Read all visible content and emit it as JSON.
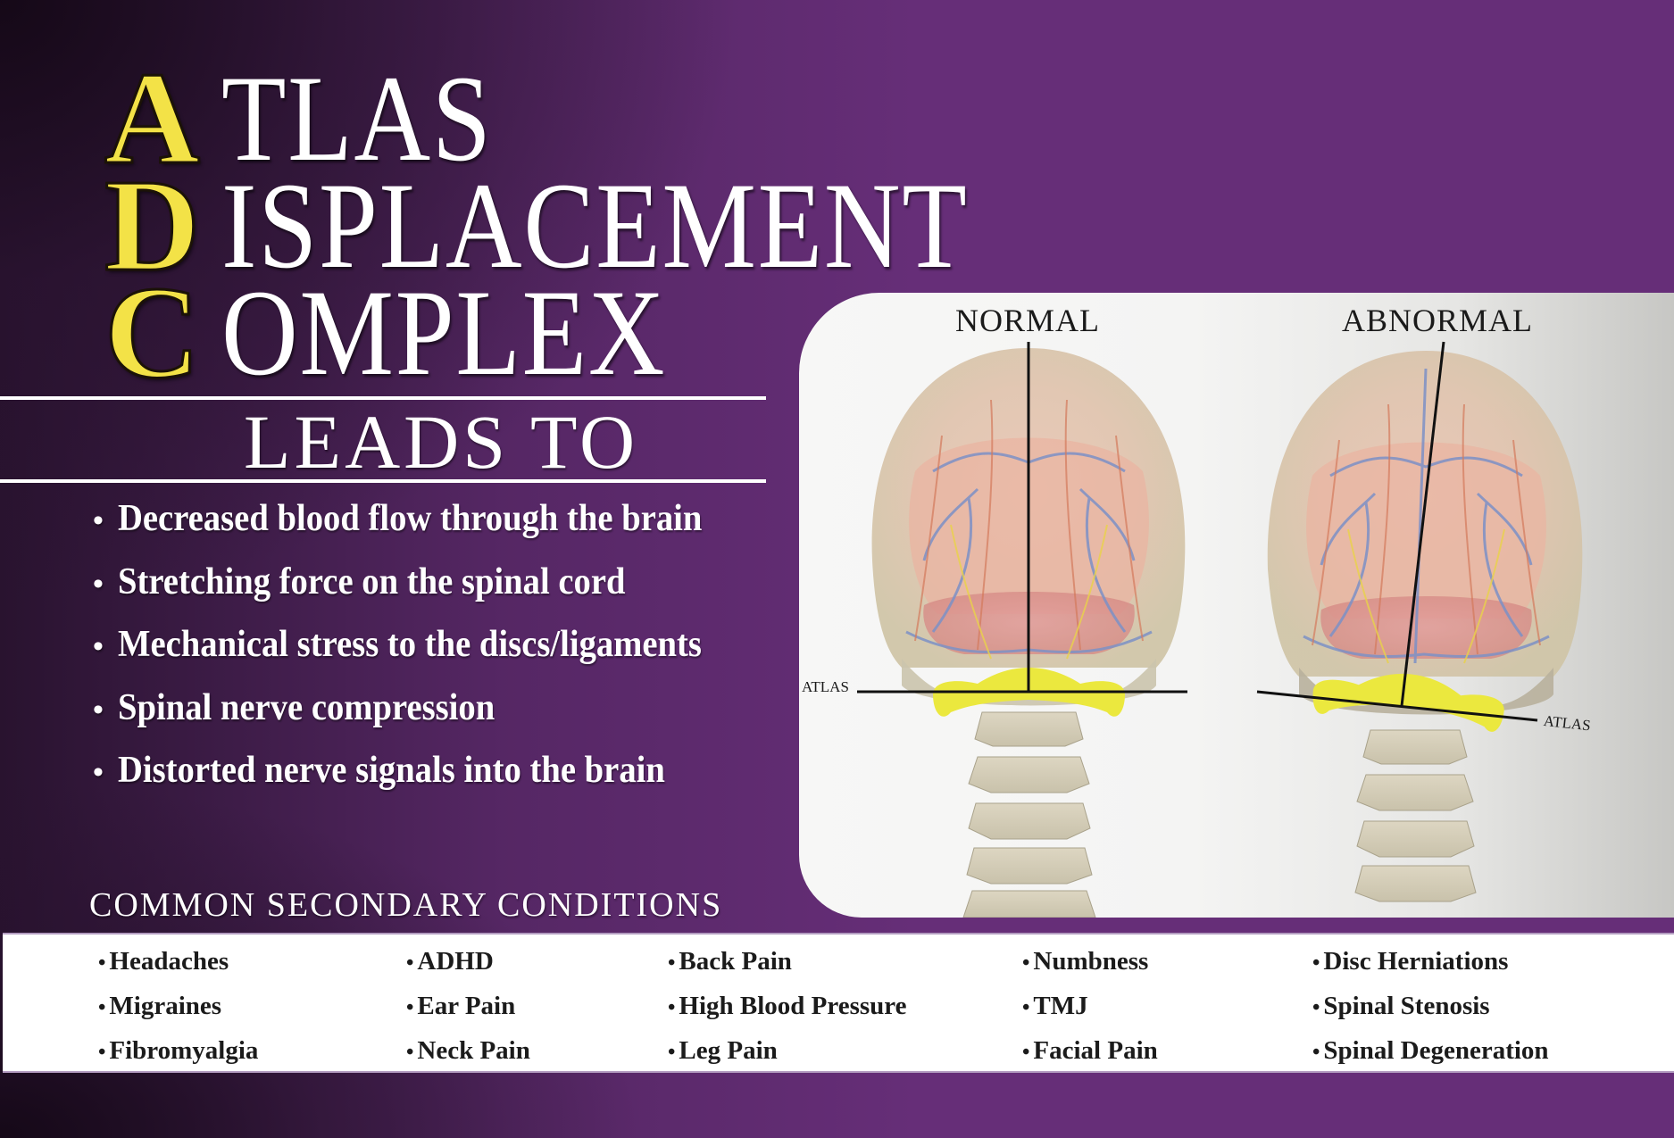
{
  "title": {
    "lines": [
      {
        "initial": "A",
        "rest": "TLAS"
      },
      {
        "initial": "D",
        "rest": "ISPLACEMENT"
      },
      {
        "initial": "C",
        "rest": "OMPLEX"
      }
    ],
    "initial_color": "#f3e247"
  },
  "leads_to": {
    "heading": "LEADS TO",
    "bullet": "•",
    "items": [
      "Decreased blood flow through the brain",
      "Stretching force on the spinal cord",
      "Mechanical stress to the discs/ligaments",
      "Spinal nerve compression",
      "Distorted nerve signals into the brain"
    ]
  },
  "illustration": {
    "normal_label": "NORMAL",
    "abnormal_label": "ABNORMAL",
    "atlas_label_left": "ATLAS",
    "atlas_label_right": "ATLAS"
  },
  "conditions": {
    "heading": "COMMON SECONDARY CONDITIONS",
    "bullet": "•",
    "columns": [
      [
        "Headaches",
        "Migraines",
        "Fibromyalgia"
      ],
      [
        "ADHD",
        "Ear Pain",
        "Neck Pain"
      ],
      [
        "Back Pain",
        "High Blood Pressure",
        "Leg Pain"
      ],
      [
        "Numbness",
        "TMJ",
        "Facial Pain"
      ],
      [
        "Disc Herniations",
        "Spinal Stenosis",
        "Spinal Degeneration"
      ]
    ]
  },
  "colors": {
    "background_purple": "#662e78",
    "background_dark": "#1d0f20",
    "accent_yellow": "#f3e247",
    "atlas_yellow": "#ecea3a",
    "text_white": "#ffffff",
    "text_dark": "#1b1b1b"
  }
}
